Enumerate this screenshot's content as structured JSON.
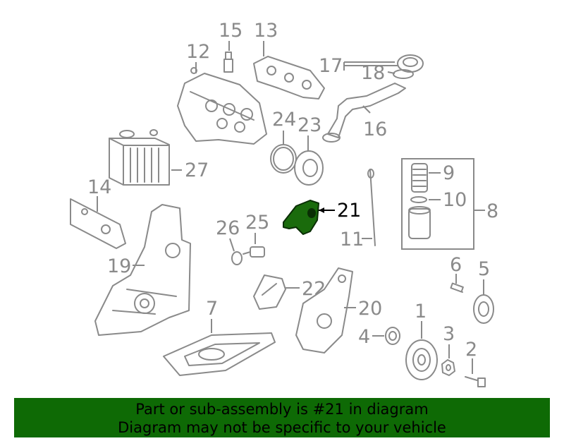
{
  "diagram": {
    "callouts": {
      "c1": "1",
      "c2": "2",
      "c3": "3",
      "c4": "4",
      "c5": "5",
      "c6": "6",
      "c7": "7",
      "c8": "8",
      "c9": "9",
      "c10": "10",
      "c11": "11",
      "c12": "12",
      "c13": "13",
      "c14": "14",
      "c15": "15",
      "c16": "16",
      "c17": "17",
      "c18": "18",
      "c19": "19",
      "c20": "20",
      "c21": "21",
      "c22": "22",
      "c23": "23",
      "c24": "24",
      "c25": "25",
      "c26": "26",
      "c27": "27"
    },
    "highlight_color": "#1a6b0c"
  },
  "banner": {
    "line1": "Part or sub-assembly is #21 in diagram",
    "line2": "Diagram may not be specific to your vehicle",
    "background": "#0e6a05"
  }
}
